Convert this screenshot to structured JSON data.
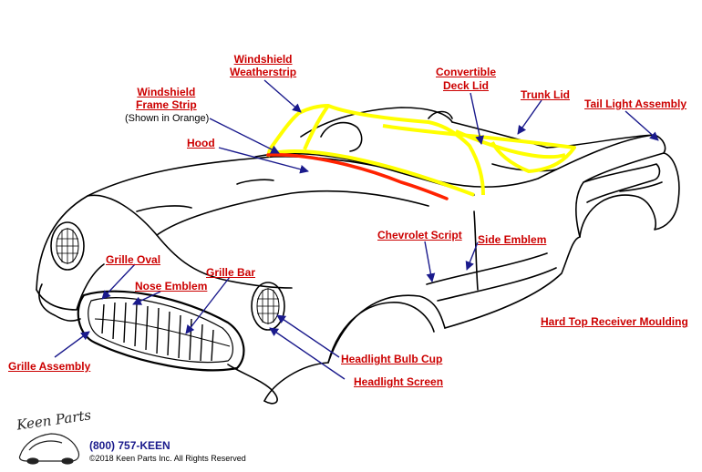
{
  "labels": {
    "windshield_weatherstrip": [
      "Windshield",
      "Weatherstrip"
    ],
    "windshield_frame_strip": [
      "Windshield",
      "Frame Strip"
    ],
    "frame_strip_note": "(Shown in Orange)",
    "hood": "Hood",
    "convertible_deck_lid": [
      "Convertible",
      "Deck Lid"
    ],
    "trunk_lid": "Trunk Lid",
    "tail_light_assembly": "Tail Light Assembly",
    "chevrolet_script": "Chevrolet Script",
    "side_emblem": "Side Emblem",
    "grille_oval": "Grille Oval",
    "nose_emblem": "Nose Emblem",
    "grille_bar": "Grille Bar",
    "hard_top_receiver_moulding": "Hard Top Receiver Moulding",
    "grille_assembly": "Grille Assembly",
    "headlight_bulb_cup": "Headlight Bulb Cup",
    "headlight_screen": "Headlight Screen"
  },
  "footer": {
    "logo": "Keen Parts",
    "phone": "(800) 757-KEEN",
    "copyright": "©2018 Keen Parts Inc. All Rights Reserved"
  },
  "colors": {
    "label": "#cc0000",
    "arrow": "#1a1a8c",
    "weatherstrip": "#ffff00",
    "frame_strip": "#ff2200",
    "outline": "#000000"
  }
}
